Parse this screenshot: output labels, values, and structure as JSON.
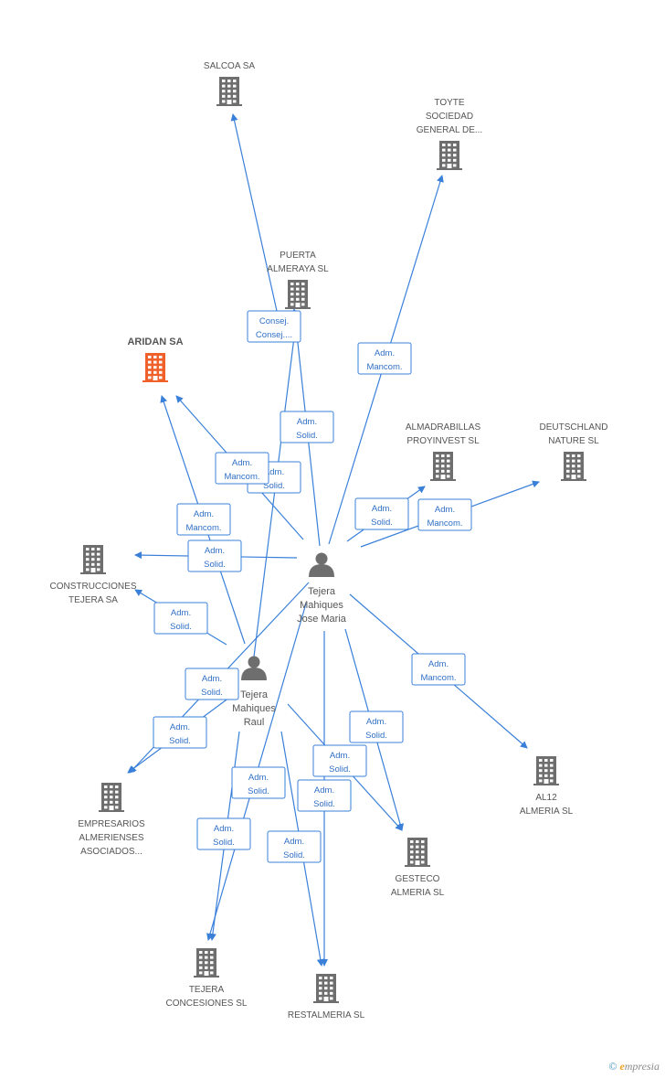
{
  "colors": {
    "company": "#6e6e6e",
    "focus_company": "#f0602a",
    "person": "#6e6e6e",
    "edge": "#3a80d9"
  },
  "companies": [
    {
      "id": "salcoa",
      "lines": [
        "SALCOA SA"
      ],
      "focus": false
    },
    {
      "id": "toyte",
      "lines": [
        "TOYTE",
        "SOCIEDAD",
        "GENERAL DE..."
      ],
      "focus": false
    },
    {
      "id": "puerta",
      "lines": [
        "PUERTA",
        "ALMERAYA SL"
      ],
      "focus": false
    },
    {
      "id": "aridan",
      "lines": [
        "ARIDAN SA"
      ],
      "focus": true
    },
    {
      "id": "almadrabillas",
      "lines": [
        "ALMADRABILLAS",
        "PROYINVEST SL"
      ],
      "focus": false
    },
    {
      "id": "deutschland",
      "lines": [
        "DEUTSCHLAND",
        "NATURE SL"
      ],
      "focus": false
    },
    {
      "id": "construcciones",
      "lines": [
        "CONSTRUCCIONES",
        "TEJERA SA"
      ],
      "focus": false
    },
    {
      "id": "empresarios",
      "lines": [
        "EMPRESARIOS",
        "ALMERIENSES",
        "ASOCIADOS..."
      ],
      "focus": false
    },
    {
      "id": "al12",
      "lines": [
        "AL12",
        "ALMERIA SL"
      ],
      "focus": false
    },
    {
      "id": "gesteco",
      "lines": [
        "GESTECO",
        "ALMERIA SL"
      ],
      "focus": false
    },
    {
      "id": "tejera_concesiones",
      "lines": [
        "TEJERA",
        "CONCESIONES SL"
      ],
      "focus": false
    },
    {
      "id": "restalmeria",
      "lines": [
        "RESTALMERIA SL"
      ],
      "focus": false
    }
  ],
  "persons": [
    {
      "id": "jose",
      "lines": [
        "Tejera",
        "Mahiques",
        "Jose Maria"
      ]
    },
    {
      "id": "raul",
      "lines": [
        "Tejera",
        "Mahiques",
        "Raul"
      ]
    }
  ],
  "edges": [
    {
      "from": "jose",
      "to": "salcoa",
      "label": [
        "Consej.",
        "Consej...."
      ]
    },
    {
      "from": "jose",
      "to": "toyte",
      "label": [
        "Adm.",
        "Mancom."
      ]
    },
    {
      "from": "jose",
      "to": "puerta",
      "label": [
        "Adm.",
        "Solid."
      ]
    },
    {
      "from": "raul",
      "to": "puerta",
      "label": [
        "Adm.",
        "Solid."
      ]
    },
    {
      "from": "jose",
      "to": "aridan",
      "label": [
        "Adm.",
        "Mancom."
      ]
    },
    {
      "from": "raul",
      "to": "aridan",
      "label": [
        "Adm.",
        "Mancom."
      ]
    },
    {
      "from": "jose",
      "to": "almadrabillas",
      "label": [
        "Adm.",
        "Solid."
      ]
    },
    {
      "from": "jose",
      "to": "deutschland",
      "label": [
        "Adm.",
        "Mancom."
      ]
    },
    {
      "from": "jose",
      "to": "construcciones",
      "label": [
        "Adm.",
        "Solid."
      ]
    },
    {
      "from": "raul",
      "to": "construcciones",
      "label": [
        "Adm.",
        "Solid."
      ]
    },
    {
      "from": "jose",
      "to": "empresarios",
      "label": [
        "Adm.",
        "Solid."
      ]
    },
    {
      "from": "raul",
      "to": "empresarios",
      "label": [
        "Adm.",
        "Solid."
      ]
    },
    {
      "from": "jose",
      "to": "al12",
      "label": [
        "Adm.",
        "Mancom."
      ]
    },
    {
      "from": "jose",
      "to": "gesteco",
      "label": [
        "Adm.",
        "Solid."
      ]
    },
    {
      "from": "raul",
      "to": "gesteco",
      "label": [
        "Adm.",
        "Solid."
      ]
    },
    {
      "from": "jose",
      "to": "tejera_concesiones",
      "label": [
        "Adm.",
        "Solid."
      ]
    },
    {
      "from": "raul",
      "to": "tejera_concesiones",
      "label": [
        "Adm.",
        "Solid."
      ]
    },
    {
      "from": "jose",
      "to": "restalmeria",
      "label": [
        "Adm.",
        "Solid."
      ]
    },
    {
      "from": "raul",
      "to": "restalmeria",
      "label": [
        "Adm.",
        "Solid."
      ]
    }
  ],
  "watermark": {
    "symbol": "©",
    "brand_initial": "e",
    "brand_rest": "mpresia"
  }
}
